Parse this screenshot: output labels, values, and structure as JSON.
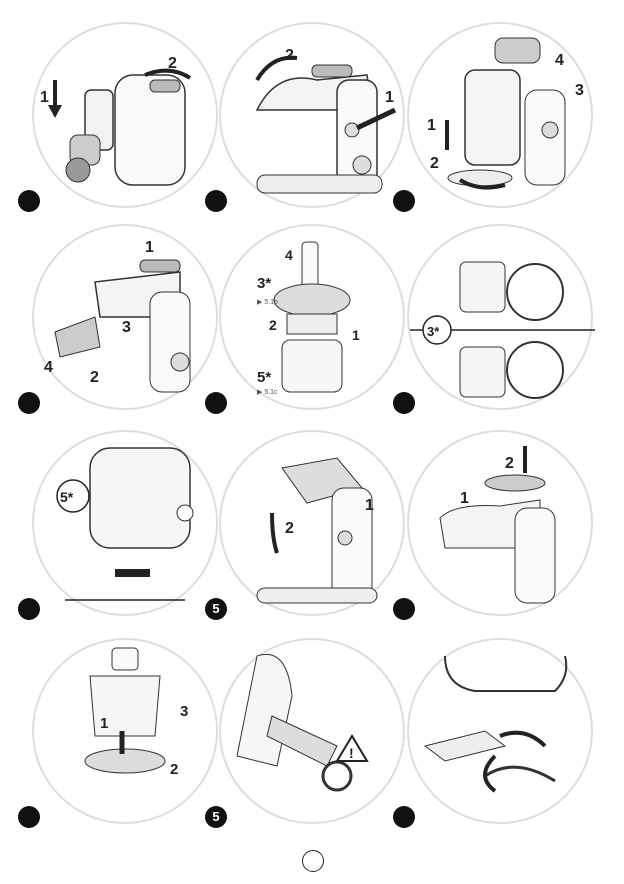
{
  "panels": [
    {
      "id": "p1",
      "labels": [
        "1",
        "2"
      ],
      "dot": ""
    },
    {
      "id": "p2",
      "labels": [
        "2",
        "1"
      ],
      "dot": ""
    },
    {
      "id": "p3",
      "labels": [
        "4",
        "3",
        "1",
        "2"
      ],
      "dot": ""
    },
    {
      "id": "p4",
      "labels": [
        "1",
        "3",
        "4",
        "2"
      ],
      "dot": ""
    },
    {
      "id": "p5",
      "labels": [
        "4",
        "3*",
        "2",
        "1",
        "5*"
      ],
      "refs": [
        "▶ 5.1b",
        "▶ 5.1c"
      ],
      "dot": ""
    },
    {
      "id": "p6",
      "labels": [
        "3*"
      ],
      "dot": ""
    },
    {
      "id": "p7",
      "labels": [
        "5*"
      ],
      "dot": ""
    },
    {
      "id": "p8",
      "labels": [
        "1",
        "2"
      ],
      "dot": "5"
    },
    {
      "id": "p9",
      "labels": [
        "2",
        "1"
      ],
      "dot": ""
    },
    {
      "id": "p10",
      "labels": [
        "1",
        "3",
        "2"
      ],
      "dot": ""
    },
    {
      "id": "p11",
      "labels": [
        "!"
      ],
      "dot": "5"
    },
    {
      "id": "p12",
      "labels": [],
      "dot": ""
    }
  ],
  "page_number": ""
}
